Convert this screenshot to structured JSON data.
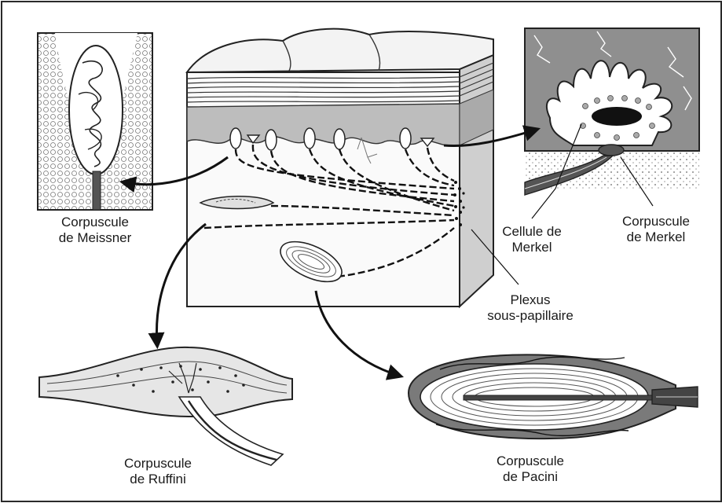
{
  "labels": {
    "meissner": [
      "Corpuscule",
      "de Meissner"
    ],
    "merkel_cell": [
      "Cellule de",
      "Merkel"
    ],
    "merkel_corpuscle": [
      "Corpuscule",
      "de Merkel"
    ],
    "plexus": [
      "Plexus",
      "sous-papillaire"
    ],
    "ruffini": [
      "Corpuscule",
      "de Ruffini"
    ],
    "pacini": [
      "Corpuscule",
      "de Pacini"
    ]
  }
}
